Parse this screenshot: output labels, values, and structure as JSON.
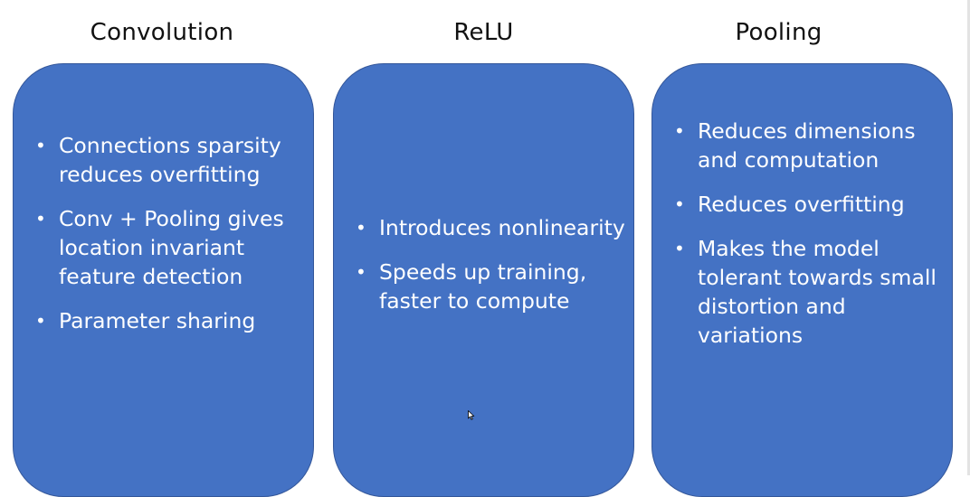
{
  "columns": [
    {
      "title": "Convolution",
      "bullets": [
        "Connections sparsity reduces overfitting",
        "Conv + Pooling gives location invariant feature detection",
        "Parameter sharing"
      ]
    },
    {
      "title": "ReLU",
      "bullets": [
        "Introduces nonlinearity",
        "Speeds up training, faster to compute"
      ]
    },
    {
      "title": "Pooling",
      "bullets": [
        "Reduces dimensions and computation",
        "Reduces overfitting",
        "Makes the model tolerant towards small distortion and variations"
      ]
    }
  ],
  "colors": {
    "panel_fill": "#4472c4",
    "panel_border": "#34579a",
    "text_on_panel": "#ffffff",
    "title_text": "#111111"
  }
}
